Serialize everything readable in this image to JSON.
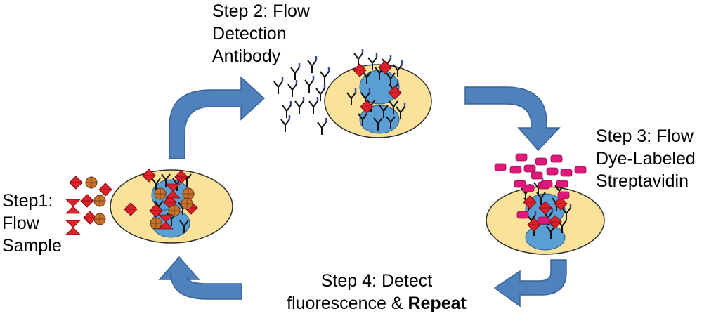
{
  "colors": {
    "arrow": "#4f81bd",
    "arrow_edge": "#3a6396",
    "well_plate": "#fbe29a",
    "well_plate_edge": "#2e2e2e",
    "capture_spot": "#5a9fd4",
    "analyte_red": "#e0202a",
    "analyte_orange": "#c8732c",
    "dye": "#e0187a",
    "antibody": "#111111"
  },
  "steps": {
    "step1": {
      "lines": [
        "Step1:",
        "Flow",
        "Sample"
      ]
    },
    "step2": {
      "lines": [
        "Step 2:  Flow",
        "Detection",
        "Antibody"
      ]
    },
    "step3": {
      "lines": [
        "Step 3:  Flow",
        "Dye-Labeled",
        "Streptavidin"
      ]
    },
    "step4": {
      "line1": "Step 4: Detect",
      "line2_prefix": "fluorescence & ",
      "line2_bold": "Repeat"
    }
  },
  "icons": {
    "arrows": [
      "curved-arrow-step1-to-step2",
      "curved-arrow-step2-to-step3",
      "curved-arrow-step3-to-step4",
      "curved-arrow-step4-to-step1"
    ],
    "wells": [
      "assay-well-step1",
      "assay-well-step2",
      "assay-well-step3"
    ],
    "particles": [
      "sample-analyte-icon",
      "detection-antibody-icon",
      "streptavidin-dye-icon"
    ]
  }
}
